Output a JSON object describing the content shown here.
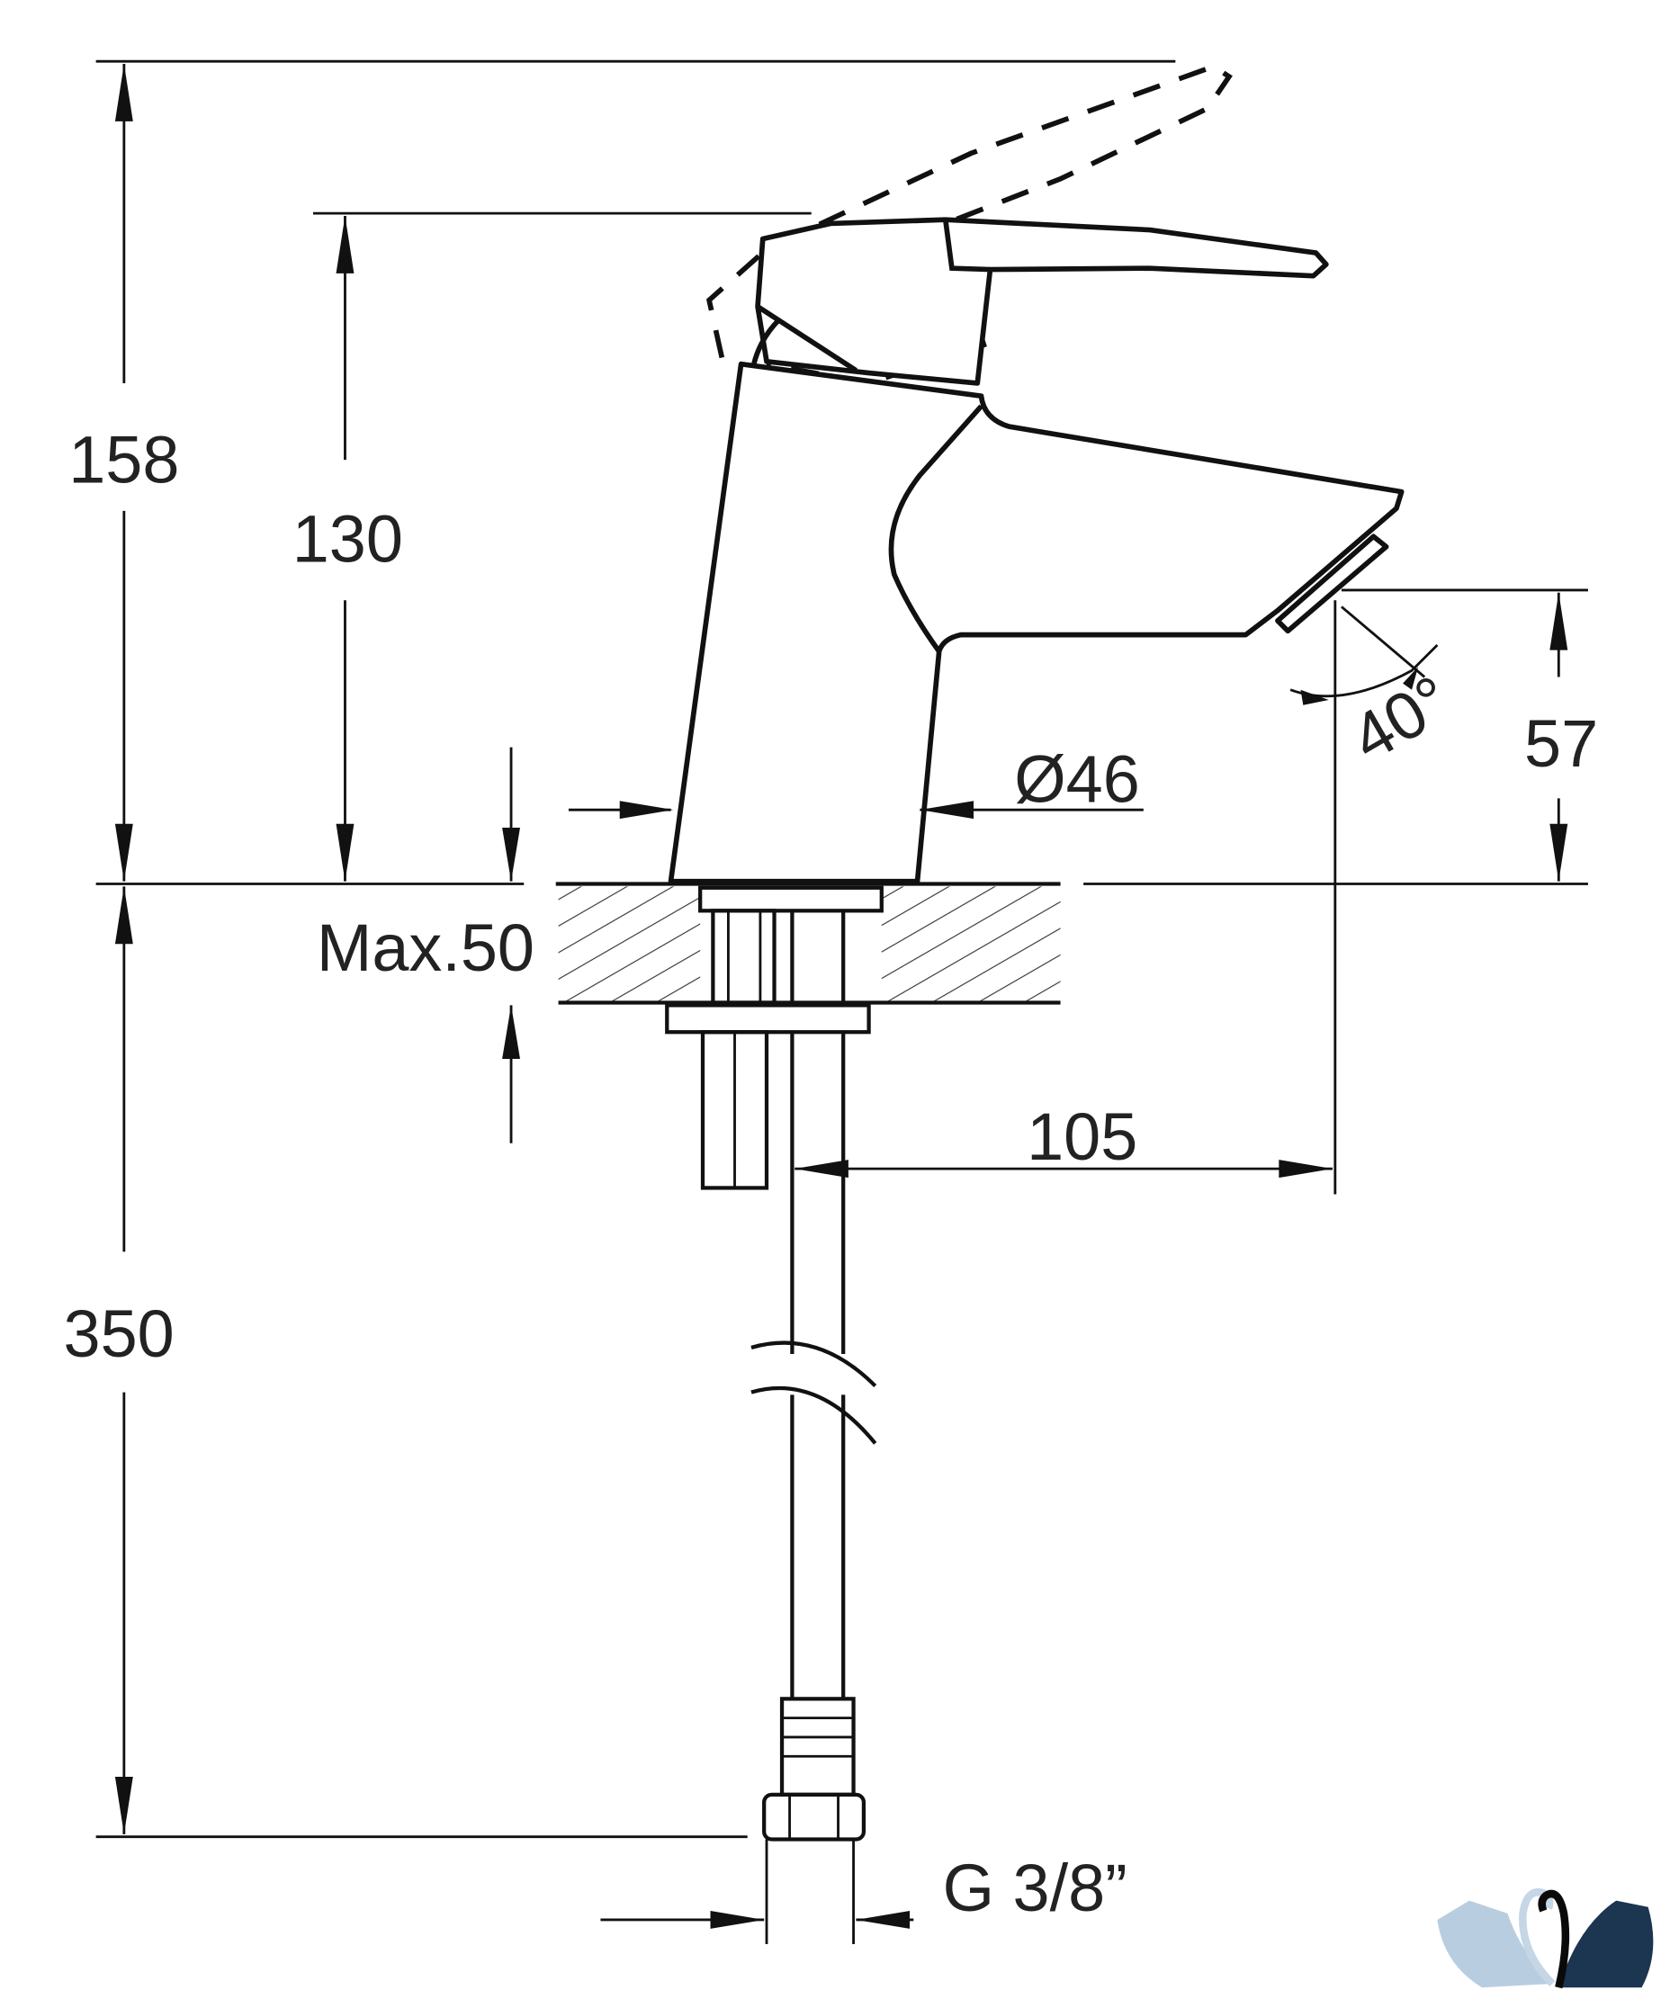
{
  "drawing": {
    "dimensions": {
      "overall_height": "158",
      "body_height": "130",
      "spout_height": "57",
      "body_diameter": "Ø46",
      "max_counter_thickness": "Max.50",
      "spout_reach": "105",
      "hose_length": "350",
      "spout_angle": "40°",
      "connection_thread": "G 3/8”"
    }
  },
  "logo": {
    "colors": {
      "light_swan": "#b9cde0",
      "dark_swan": "#1c3550",
      "neck_black": "#0a0a0a"
    }
  }
}
